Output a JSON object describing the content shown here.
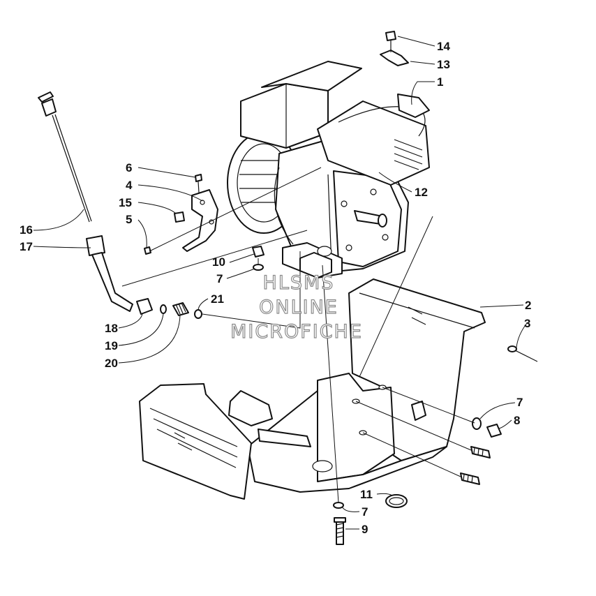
{
  "watermark": {
    "line1": "HLSMS",
    "line2": "ONLINE",
    "line3": "MICROFICHE"
  },
  "callouts": [
    {
      "id": "c1",
      "label": "1"
    },
    {
      "id": "c2",
      "label": "2"
    },
    {
      "id": "c3",
      "label": "3"
    },
    {
      "id": "c4",
      "label": "4"
    },
    {
      "id": "c5",
      "label": "5"
    },
    {
      "id": "c6",
      "label": "6"
    },
    {
      "id": "c7a",
      "label": "7"
    },
    {
      "id": "c7b",
      "label": "7"
    },
    {
      "id": "c7c",
      "label": "7"
    },
    {
      "id": "c8",
      "label": "8"
    },
    {
      "id": "c9",
      "label": "9"
    },
    {
      "id": "c10",
      "label": "10"
    },
    {
      "id": "c11",
      "label": "11"
    },
    {
      "id": "c12",
      "label": "12"
    },
    {
      "id": "c13",
      "label": "13"
    },
    {
      "id": "c14",
      "label": "14"
    },
    {
      "id": "c15",
      "label": "15"
    },
    {
      "id": "c16",
      "label": "16"
    },
    {
      "id": "c17",
      "label": "17"
    },
    {
      "id": "c18",
      "label": "18"
    },
    {
      "id": "c19",
      "label": "19"
    },
    {
      "id": "c20",
      "label": "20"
    },
    {
      "id": "c21",
      "label": "21"
    }
  ]
}
